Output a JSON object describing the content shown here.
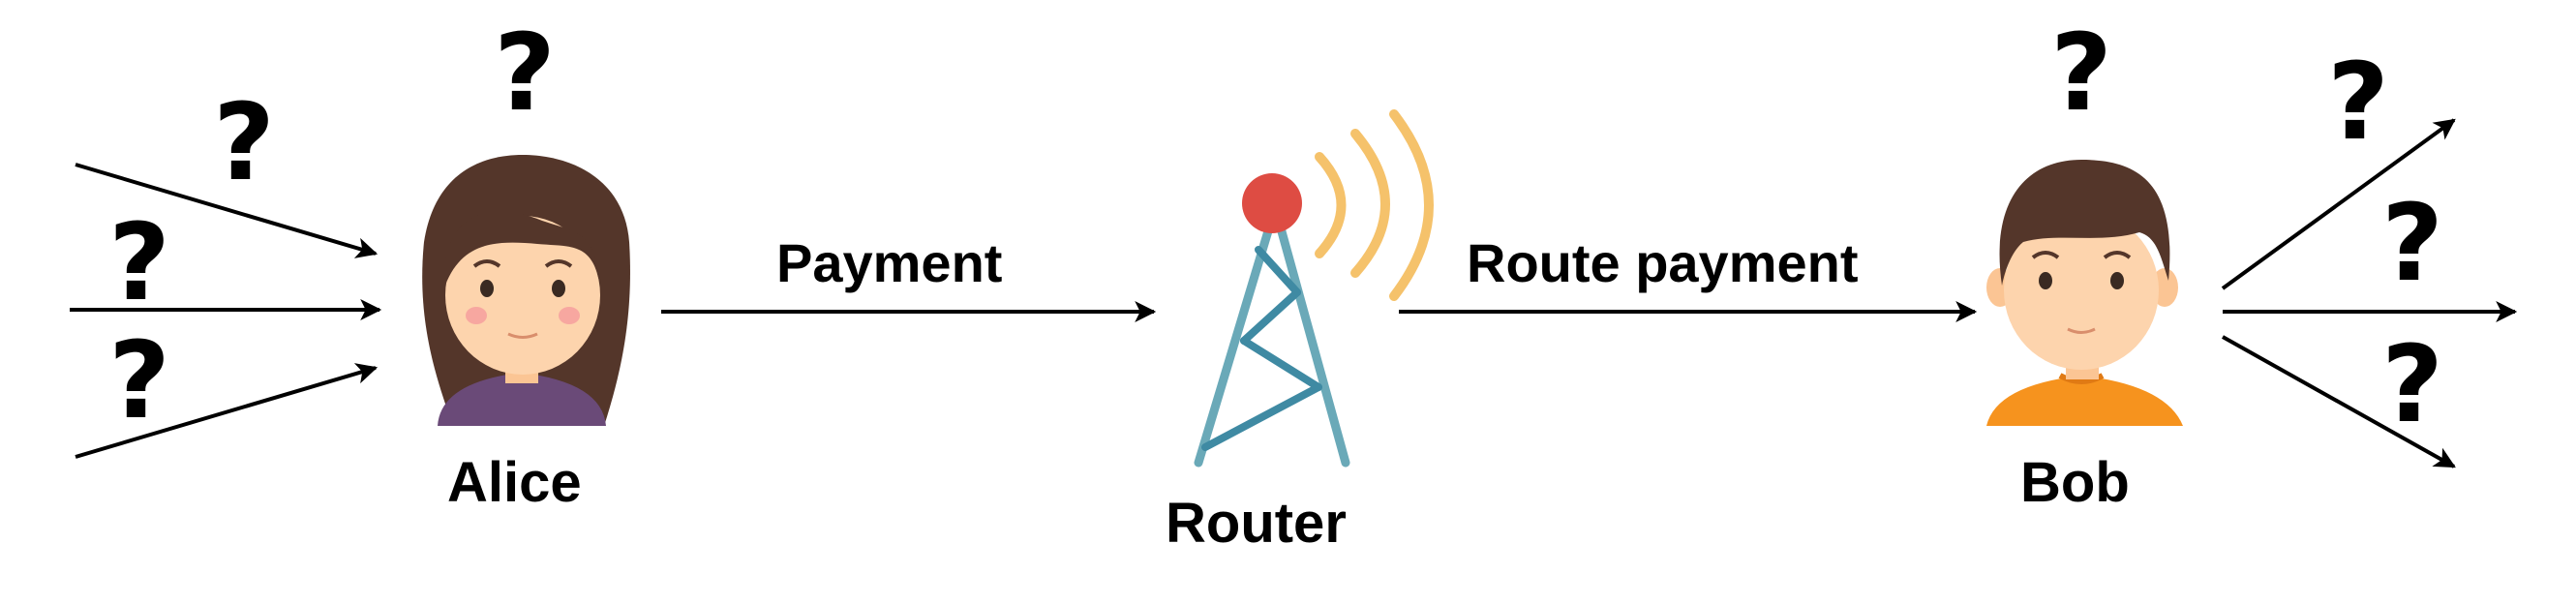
{
  "labels": {
    "alice": "Alice",
    "router": "Router",
    "bob": "Bob",
    "payment": "Payment",
    "route_payment": "Route payment",
    "unknown": "?"
  },
  "colors": {
    "line": "#000000",
    "hair": "#54362a",
    "skin": "#fdd4ad",
    "cheek": "#f7a7a0",
    "alice_shirt": "#6a4a78",
    "bob_shirt": "#f6931e",
    "tower_light": "#6aa9b8",
    "tower_dark": "#3f8aa3",
    "beacon": "#de4c43",
    "signal": "#f5c26b"
  },
  "icons": [
    "alice-avatar",
    "bob-avatar",
    "router-tower-icon",
    "signal-waves-icon",
    "question-mark-icon"
  ]
}
